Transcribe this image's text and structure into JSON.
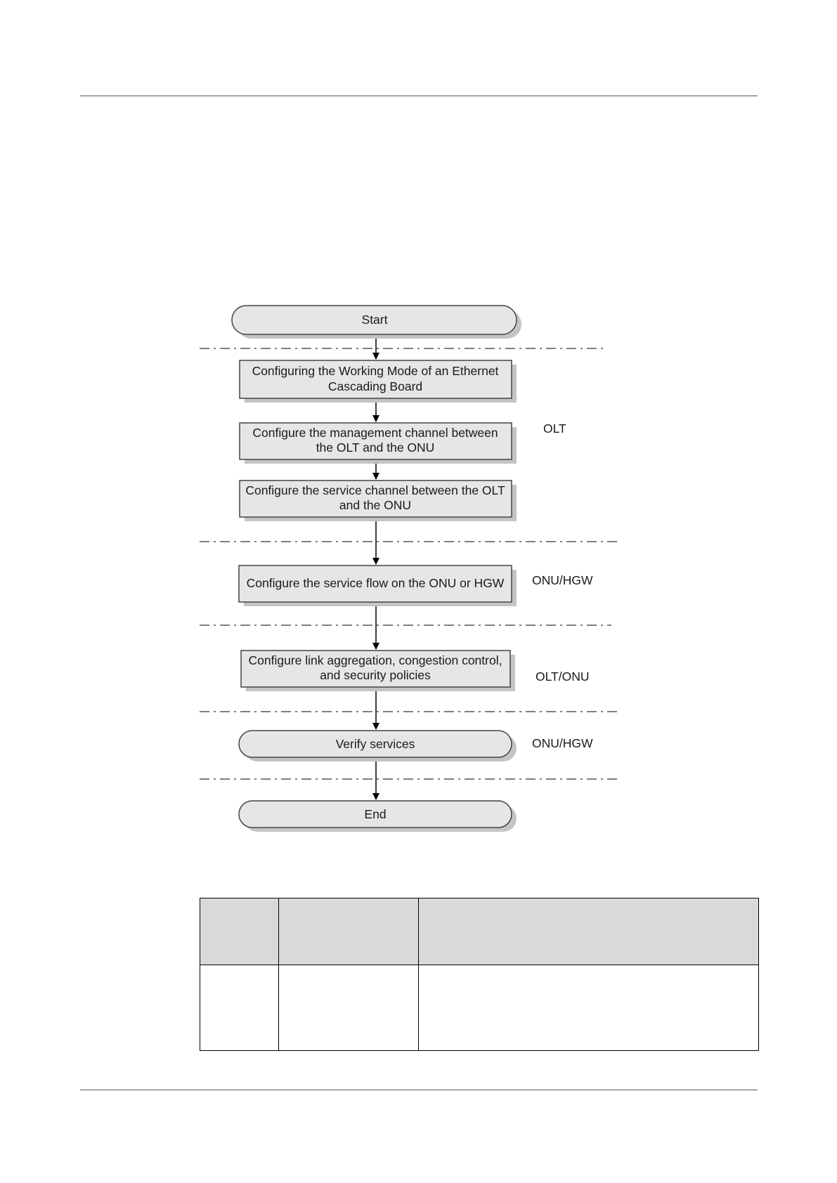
{
  "flowchart": {
    "start": "Start",
    "steps": [
      {
        "line1": "Configuring the Working Mode of an Ethernet",
        "line2": "Cascading Board"
      },
      {
        "line1": "Configure the management channel between",
        "line2": "the OLT and the ONU"
      },
      {
        "line1": "Configure the service channel between the OLT",
        "line2": "and the ONU"
      },
      {
        "line1": "Configure the service flow on the ONU or HGW",
        "line2": ""
      },
      {
        "line1": "Configure link aggregation, congestion control,",
        "line2": "and security policies"
      }
    ],
    "verify": "Verify services",
    "end": "End",
    "zones": [
      "OLT",
      "ONU/HGW",
      "OLT/ONU",
      "ONU/HGW"
    ]
  },
  "table": {
    "header": [
      "",
      "",
      ""
    ],
    "rows": [
      [
        "",
        "",
        ""
      ]
    ]
  }
}
